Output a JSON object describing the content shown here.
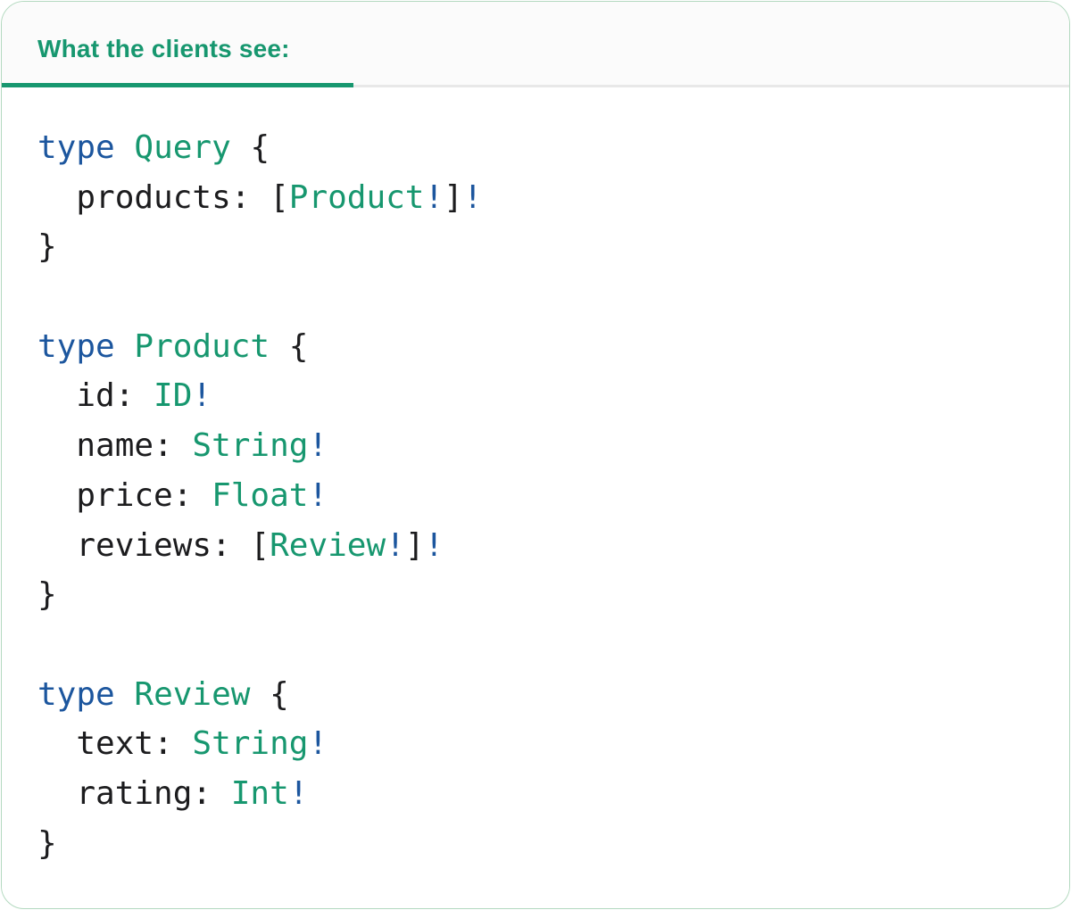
{
  "theme": {
    "accent_green": "#17976f",
    "keyword_blue": "#1c569e",
    "text_dark": "#1c1c1e",
    "card_border": "#b3d9bf",
    "card_bg": "#ffffff",
    "header_bg": "#fbfbfb",
    "header_border": "#e8e8e8"
  },
  "header": {
    "tab_label": "What the clients see:"
  },
  "code": {
    "raw": "type Query {\n  products: [Product!]!\n}\n\ntype Product {\n  id: ID!\n  name: String!\n  price: Float!\n  reviews: [Review!]!\n}\n\ntype Review {\n  text: String!\n  rating: Int!\n}",
    "lines": [
      [
        {
          "t": "type",
          "c": "kw"
        },
        {
          "t": " ",
          "c": "pl"
        },
        {
          "t": "Query",
          "c": "ty"
        },
        {
          "t": " {",
          "c": "pl"
        }
      ],
      [
        {
          "t": "  products: [",
          "c": "pl"
        },
        {
          "t": "Product",
          "c": "ty"
        },
        {
          "t": "!",
          "c": "bg"
        },
        {
          "t": "]",
          "c": "pl"
        },
        {
          "t": "!",
          "c": "bg"
        }
      ],
      [
        {
          "t": "}",
          "c": "pl"
        }
      ],
      [],
      [
        {
          "t": "type",
          "c": "kw"
        },
        {
          "t": " ",
          "c": "pl"
        },
        {
          "t": "Product",
          "c": "ty"
        },
        {
          "t": " {",
          "c": "pl"
        }
      ],
      [
        {
          "t": "  id: ",
          "c": "pl"
        },
        {
          "t": "ID",
          "c": "ty"
        },
        {
          "t": "!",
          "c": "bg"
        }
      ],
      [
        {
          "t": "  name: ",
          "c": "pl"
        },
        {
          "t": "String",
          "c": "ty"
        },
        {
          "t": "!",
          "c": "bg"
        }
      ],
      [
        {
          "t": "  price: ",
          "c": "pl"
        },
        {
          "t": "Float",
          "c": "ty"
        },
        {
          "t": "!",
          "c": "bg"
        }
      ],
      [
        {
          "t": "  reviews: [",
          "c": "pl"
        },
        {
          "t": "Review",
          "c": "ty"
        },
        {
          "t": "!",
          "c": "bg"
        },
        {
          "t": "]",
          "c": "pl"
        },
        {
          "t": "!",
          "c": "bg"
        }
      ],
      [
        {
          "t": "}",
          "c": "pl"
        }
      ],
      [],
      [
        {
          "t": "type",
          "c": "kw"
        },
        {
          "t": " ",
          "c": "pl"
        },
        {
          "t": "Review",
          "c": "ty"
        },
        {
          "t": " {",
          "c": "pl"
        }
      ],
      [
        {
          "t": "  text: ",
          "c": "pl"
        },
        {
          "t": "String",
          "c": "ty"
        },
        {
          "t": "!",
          "c": "bg"
        }
      ],
      [
        {
          "t": "  rating: ",
          "c": "pl"
        },
        {
          "t": "Int",
          "c": "ty"
        },
        {
          "t": "!",
          "c": "bg"
        }
      ],
      [
        {
          "t": "}",
          "c": "pl"
        }
      ]
    ]
  }
}
